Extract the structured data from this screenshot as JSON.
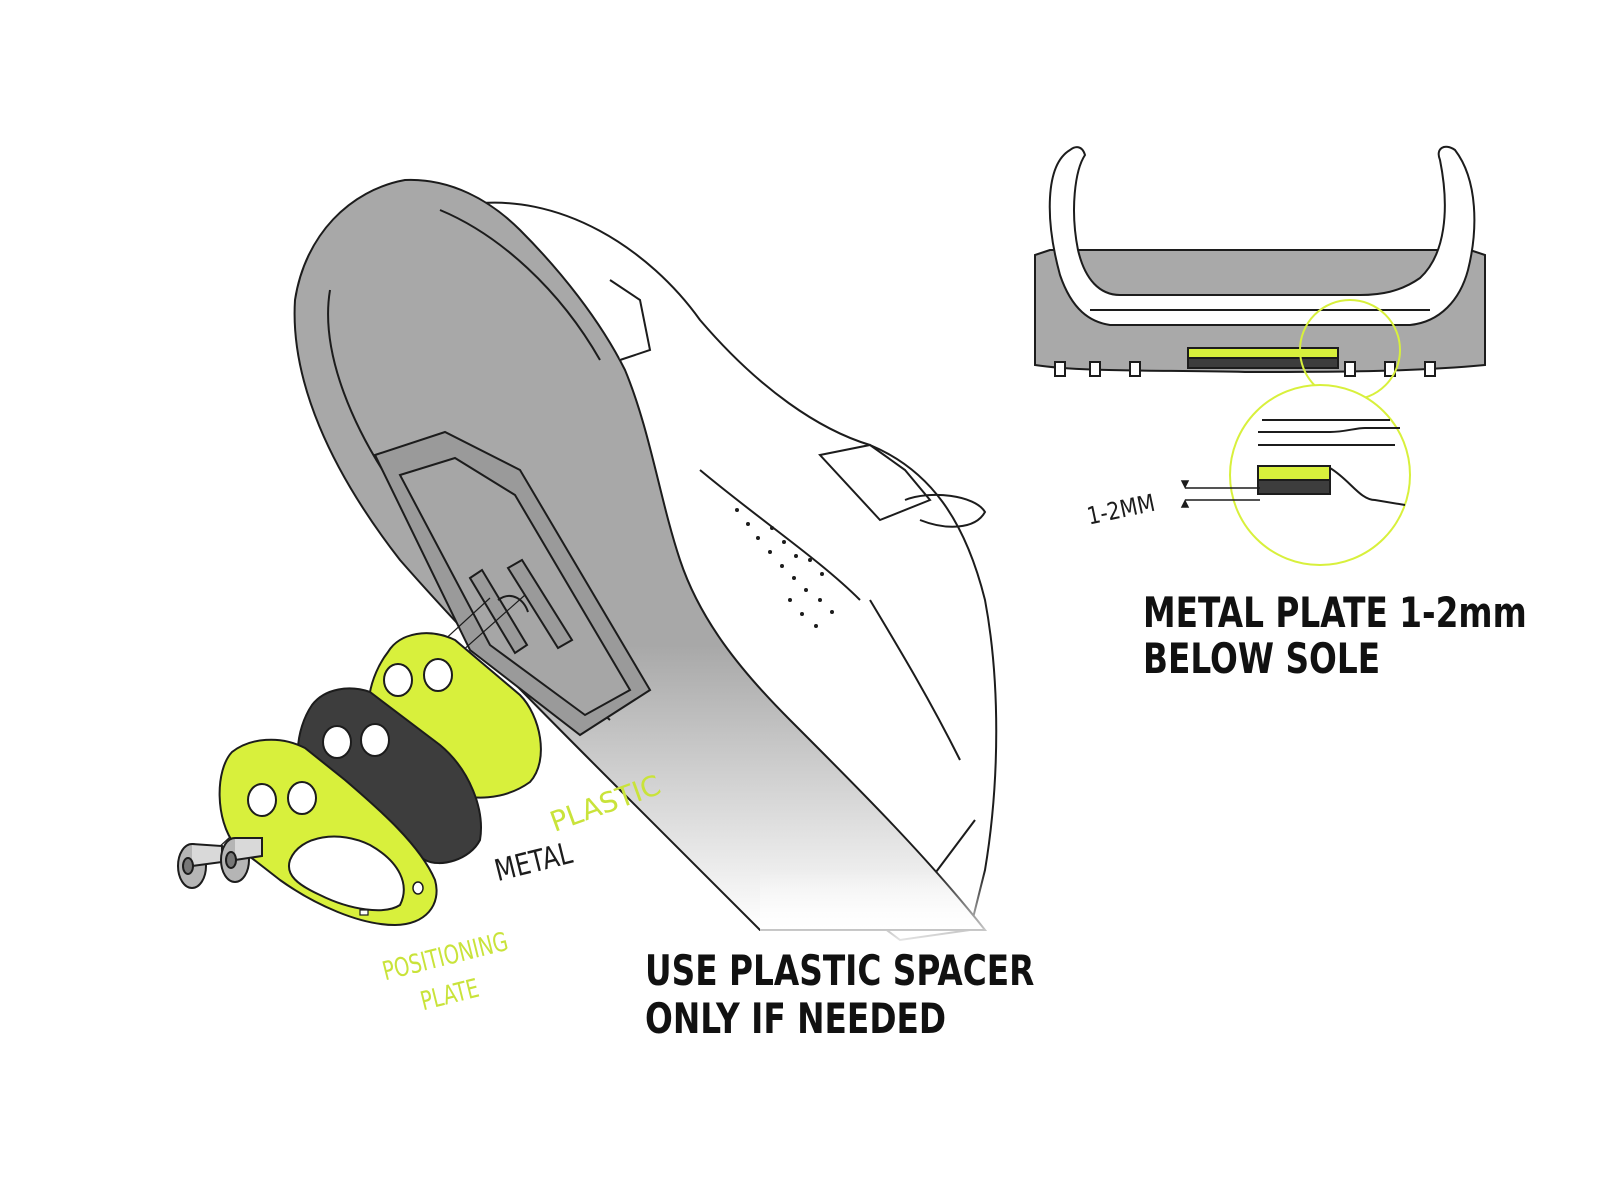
{
  "colors": {
    "accent": "#d8f03c",
    "sole": "#a9a9a9",
    "metal": "#3d3d3d",
    "outline": "#1c1c1c",
    "accent_text": "#c9e33a"
  },
  "labels": {
    "plastic": "PLASTIC",
    "metal": "METAL",
    "positioning_line1": "POSITIONING",
    "positioning_line2": "PLATE",
    "measure": "1-2MM"
  },
  "captions": {
    "spacer_line1": "USE PLASTIC SPACER",
    "spacer_line2": "ONLY IF NEEDED",
    "metal_line1": "METAL PLATE 1-2mm",
    "metal_line2": "BELOW SOLE"
  }
}
